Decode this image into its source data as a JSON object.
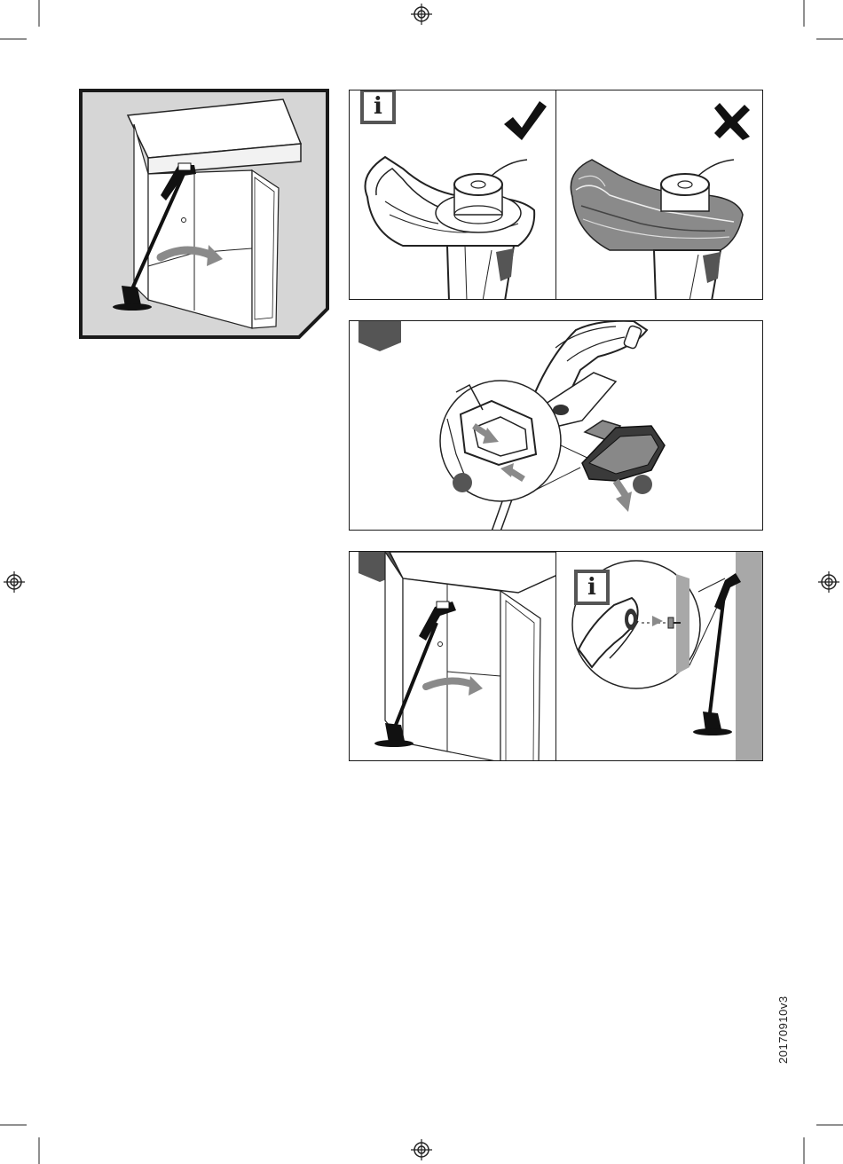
{
  "page": {
    "version_code": "20170910v3"
  },
  "panels": {
    "storage": {
      "icon": "storage-illustration"
    },
    "info_correct": {
      "info_glyph": "i",
      "status_icon": "checkmark-icon"
    },
    "info_incorrect": {
      "status_icon": "cross-icon"
    },
    "battery": {
      "step_marker": "step-marker-icon"
    },
    "stow": {
      "step_marker": "step-marker-icon"
    },
    "wall_hang": {
      "info_glyph": "i"
    }
  },
  "colors": {
    "dark_gray": "#555555",
    "panel_gray": "#d6d6d6",
    "wall_gray": "#a8a8a8",
    "line": "#1a1a1a"
  }
}
